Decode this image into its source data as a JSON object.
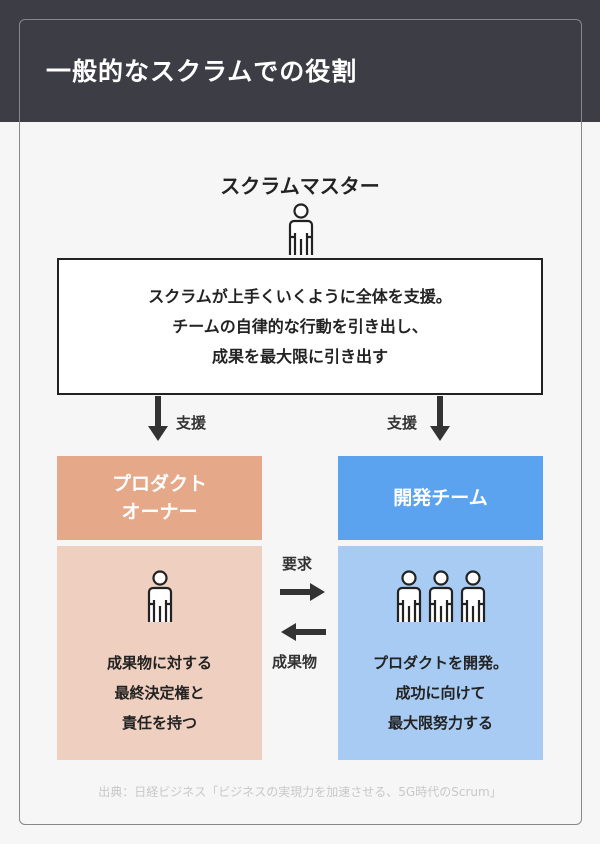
{
  "title": "一般的なスクラムでの役割",
  "scrum_master": {
    "label": "スクラムマスター",
    "lines": [
      "スクラムが上手くいくように全体を支援。",
      "チームの自律的な行動を引き出し、",
      "成果を最大限に引き出す"
    ]
  },
  "support_label": "支援",
  "product_owner": {
    "title_lines": [
      "プロダクト",
      "オーナー"
    ],
    "lines": [
      "成果物に対する",
      "最終決定権と",
      "責任を持つ"
    ],
    "header_color": "#e5a98a",
    "body_color": "#efcfbf"
  },
  "dev_team": {
    "title": "開発チーム",
    "lines": [
      "プロダクトを開発。",
      "成功に向けて",
      "最大限努力する"
    ],
    "header_color": "#5ba3ef",
    "body_color": "#a7cbf2"
  },
  "request_label": "要求",
  "deliverable_label": "成果物",
  "source": "出典：日経ビジネス「ビジネスの実現力を加速させる、5G時代のScrum」"
}
